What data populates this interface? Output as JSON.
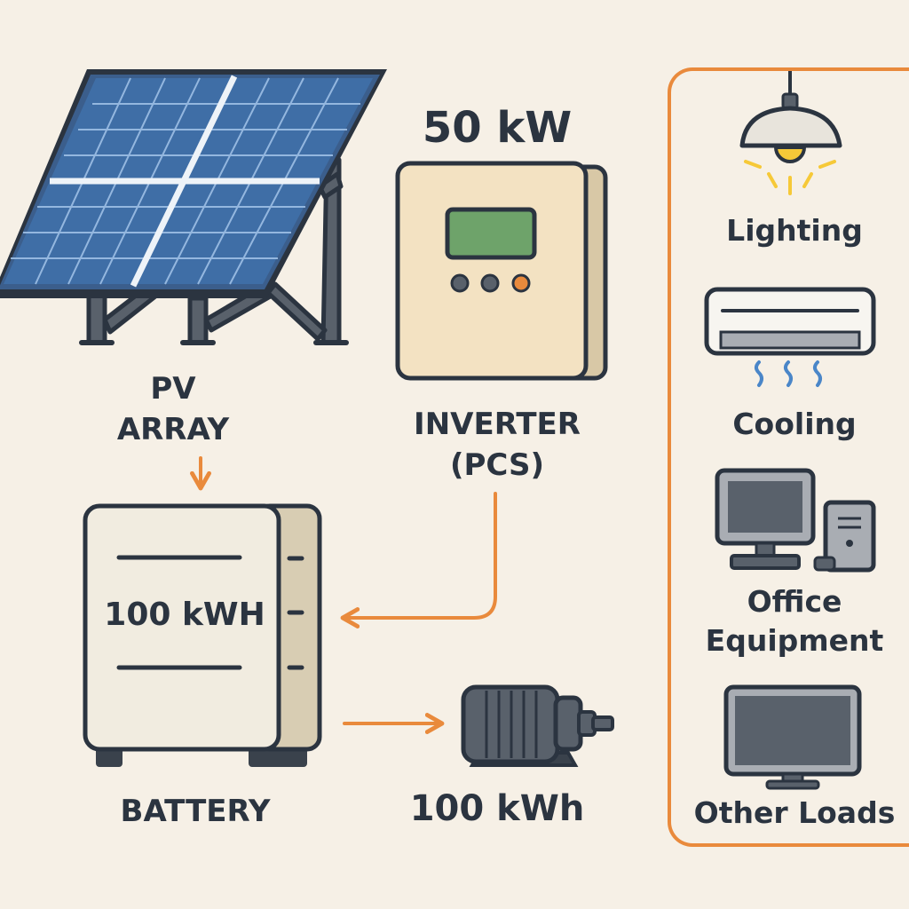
{
  "pv": {
    "line1": "PV",
    "line2": "ARRAY"
  },
  "inverter": {
    "rating": "50 kW",
    "line1": "INVERTER",
    "line2": "(PCS)"
  },
  "battery": {
    "capacity": "100 kWH",
    "label": "BATTERY"
  },
  "motor": {
    "label": "100 kWh"
  },
  "loads": {
    "lighting": "Lighting",
    "cooling": "Cooling",
    "office_line1": "Office",
    "office_line2": "Equipment",
    "other": "Other Loads"
  },
  "colors": {
    "background": "#f6f0e6",
    "arrow": "#e98a3c",
    "outline": "#2b3440",
    "panel_cell": "#3f6ea6",
    "inverter_body": "#f3e2c2",
    "battery_body": "#f1ece0",
    "battery_side": "#d8cdb3",
    "display": "#6ea36a",
    "device_gray": "#59616b"
  },
  "icons": [
    "solar-panel-icon",
    "inverter-icon",
    "battery-icon",
    "motor-icon",
    "lamp-icon",
    "air-conditioner-icon",
    "desktop-computer-icon",
    "monitor-icon"
  ]
}
